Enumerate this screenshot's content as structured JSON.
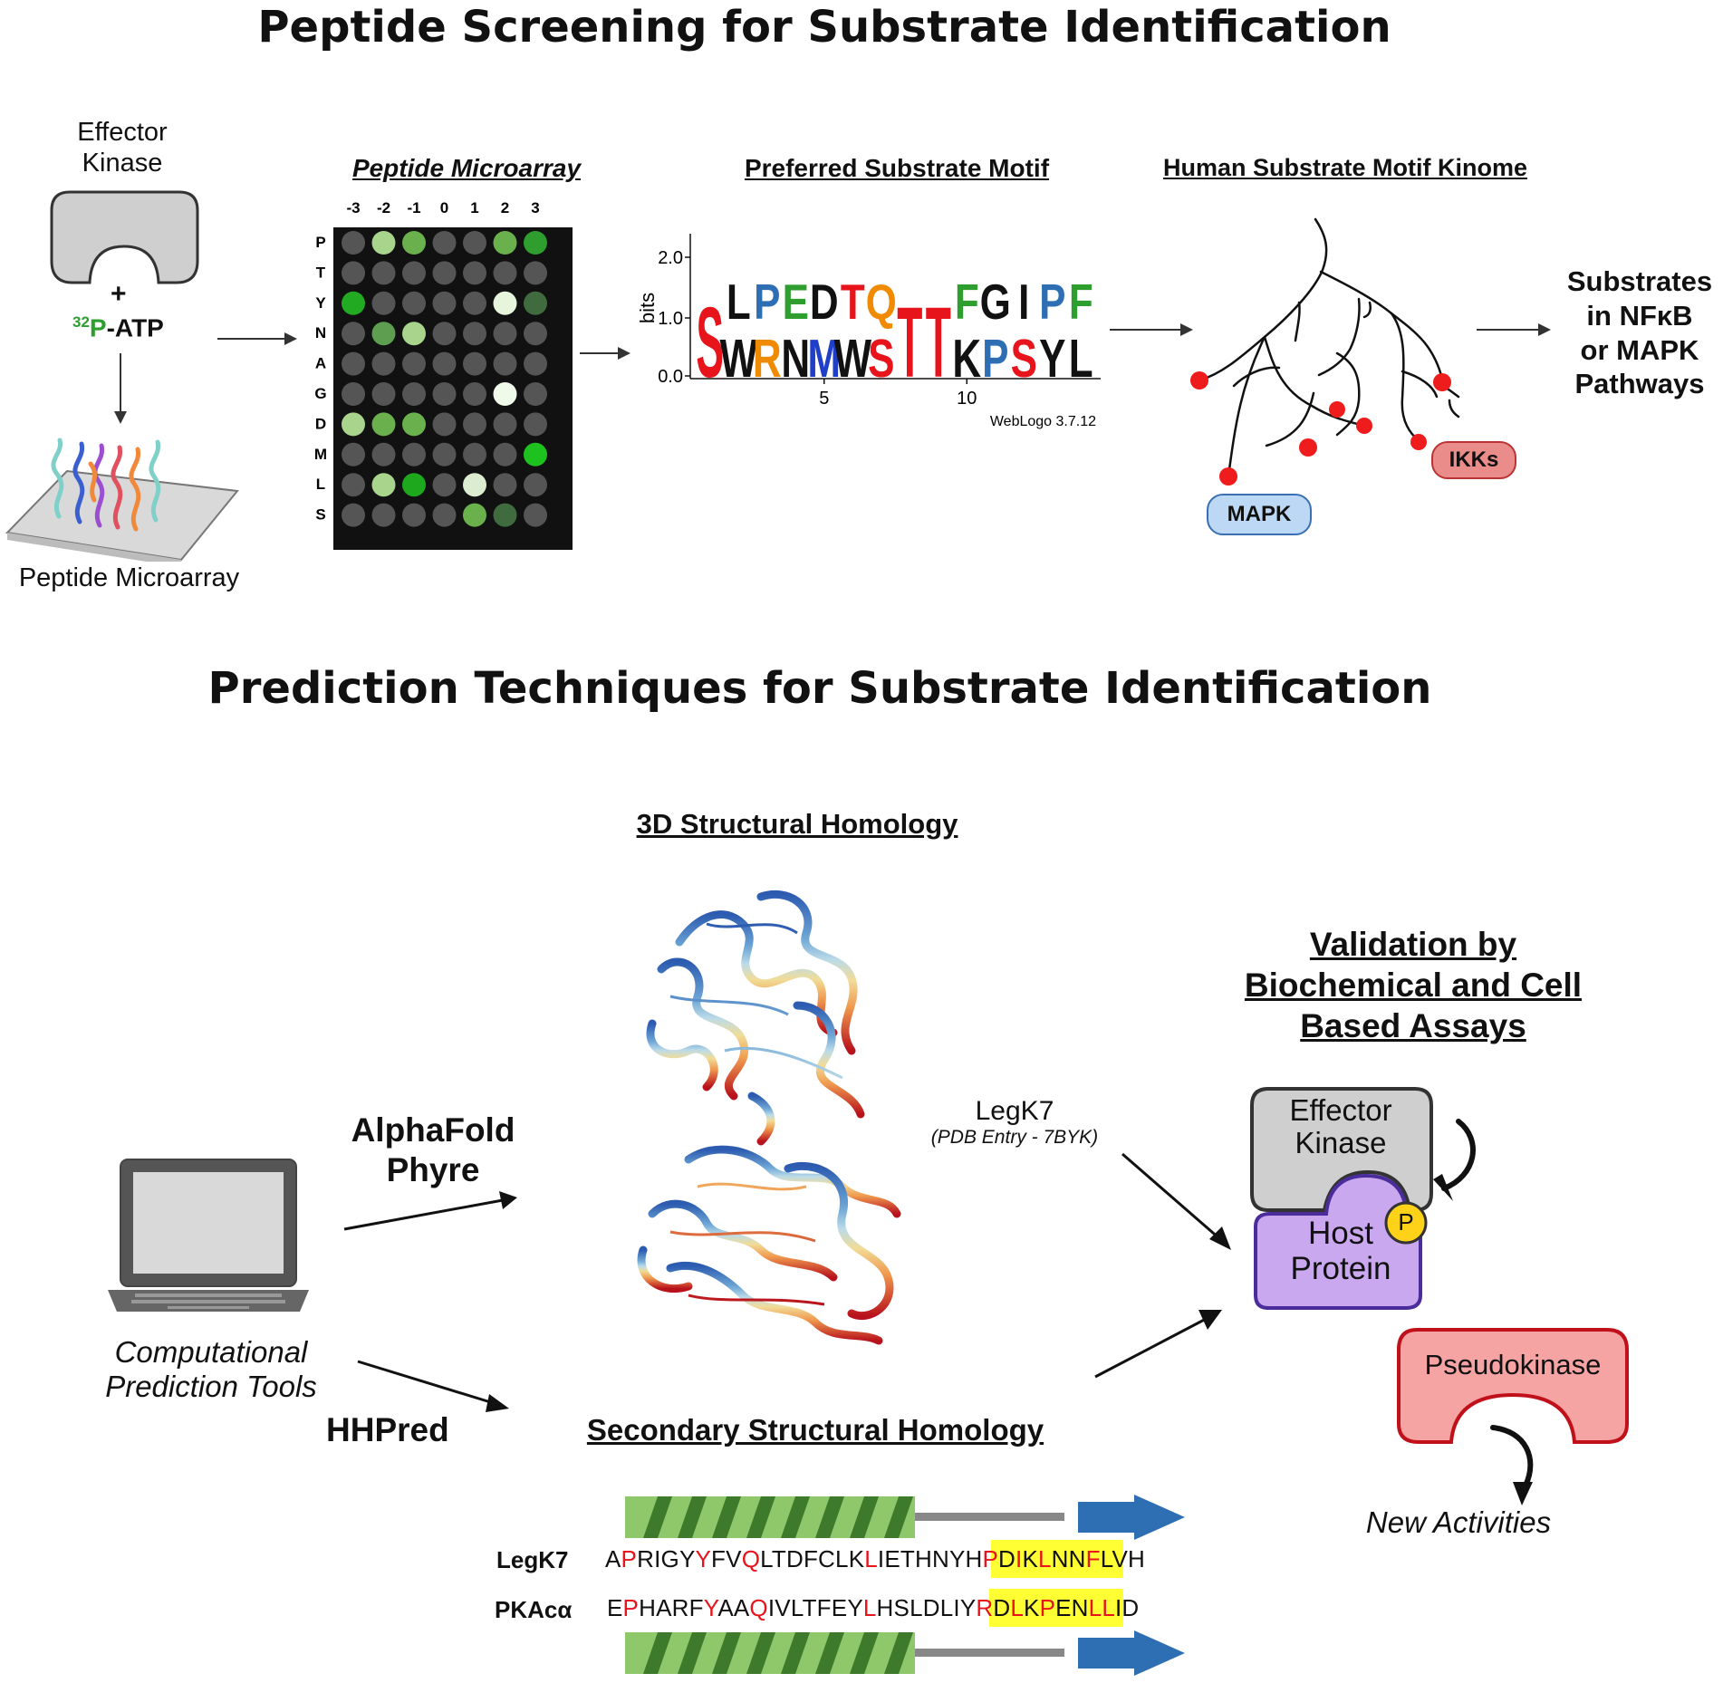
{
  "top": {
    "title": "Peptide Screening for Substrate Identification",
    "effector_line1": "Effector",
    "effector_line2": "Kinase",
    "plus": "+",
    "atp_sup": "32",
    "atp_p": "P",
    "atp_rest": "-ATP",
    "slide_label": "Peptide Microarray",
    "microarray_header": "Peptide Microarray",
    "microarray_cols": [
      "-3",
      "-2",
      "-1",
      "0",
      "1",
      "2",
      "3"
    ],
    "microarray_rows": [
      "P",
      "T",
      "Y",
      "N",
      "A",
      "G",
      "D",
      "M",
      "L",
      "S"
    ],
    "motif_header": "Preferred Substrate Motif",
    "logo_ylabel": "bits",
    "logo_yticks": [
      "2.0",
      "1.0",
      "0.0"
    ],
    "logo_xticks": [
      "5",
      "10"
    ],
    "logo_top": [
      "S",
      "L",
      "P",
      "E",
      "D",
      "T",
      "Q",
      "T",
      "T",
      "F",
      "G",
      "I",
      "P",
      "F"
    ],
    "logo_bottom": [
      "S",
      "W",
      "R",
      "N",
      "M",
      "W",
      "S",
      "T",
      "T",
      "K",
      "P",
      "S",
      "Y",
      "L"
    ],
    "logo_credit": "WebLogo 3.7.12",
    "kinome_header": "Human Substrate Motif Kinome",
    "mapk": "MAPK",
    "ikks": "IKKs",
    "substrates_lines": [
      "Substrates",
      "in NFκB",
      "or MAPK",
      "Pathways"
    ]
  },
  "bottom": {
    "title": "Prediction Techniques for Substrate Identification",
    "structural_header": "3D Structural Homology",
    "alphafold": "AlphaFold",
    "phyre": "Phyre",
    "hhpred": "HHPred",
    "computational_line1": "Computational",
    "computational_line2": "Prediction Tools",
    "legk7_name": "LegK7",
    "pdb_entry": "(PDB Entry - 7BYK)",
    "validation_lines": [
      "Validation by",
      "Biochemical and Cell",
      "Based Assays"
    ],
    "effector_line1": "Effector",
    "effector_line2": "Kinase",
    "host_line1": "Host",
    "host_line2": "Protein",
    "phospho": "P",
    "pseudokinase": "Pseudokinase",
    "new_activities": "New Activities",
    "secondary_header": "Secondary Structural Homology",
    "seq1_label": "LegK7",
    "seq2_label": "PKAcα",
    "seq1": "APRIGYYFVQLTDFCLKLIETHNYHPDIKLNNFLVH",
    "seq2": "EPHARFYAAQIVLTFEYLHSLDLIYRDLKPENLLID"
  },
  "colors": {
    "green": "#2e9e2e",
    "red": "#e8141c",
    "blue_box": "#bcd8f4",
    "red_box": "#e98c8a",
    "host_purple": "#c9a8f0",
    "phospho_yellow": "#ffd21a",
    "highlight": "#ffff33",
    "helix_green": "#5a9e3a",
    "arrow_blue": "#2e6fb4"
  }
}
